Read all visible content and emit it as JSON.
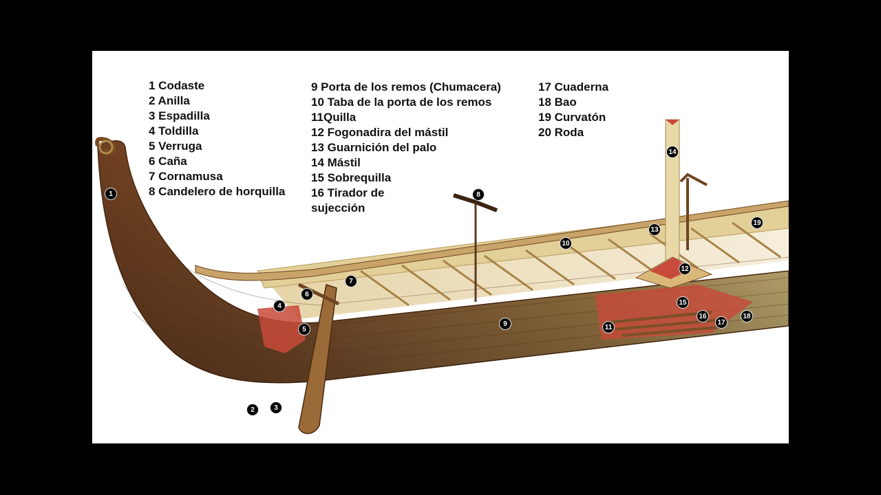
{
  "legend": {
    "col1": [
      "1 Codaste",
      "2 Anilla",
      "3 Espadilla",
      "4 Toldilla",
      "5 Verruga",
      "6 Caña",
      "7 Cornamusa",
      "8 Candelero de horquilla"
    ],
    "col2": [
      "9 Porta de los remos (Chumacera)",
      "10 Taba de la porta de los remos",
      "11Quilla",
      "12 Fogonadira del mástil",
      "13 Guarnición del palo",
      "14 Mástil",
      "15 Sobrequilla",
      "16 Tirador de sujección"
    ],
    "col3": [
      "17 Cuaderna",
      "18 Bao",
      "19 Curvatón",
      "20 Roda"
    ]
  },
  "markers": [
    "1",
    "2",
    "3",
    "4",
    "5",
    "6",
    "7",
    "8",
    "9",
    "10",
    "11",
    "12",
    "13",
    "14",
    "15",
    "16",
    "17",
    "18",
    "19"
  ],
  "colors": {
    "hull": "#8a5a33",
    "hull_dark": "#5a3418",
    "deck": "#f2e6c4",
    "cutaway": "#c84a3a",
    "background": "#ffffff",
    "frame": "#000000"
  }
}
